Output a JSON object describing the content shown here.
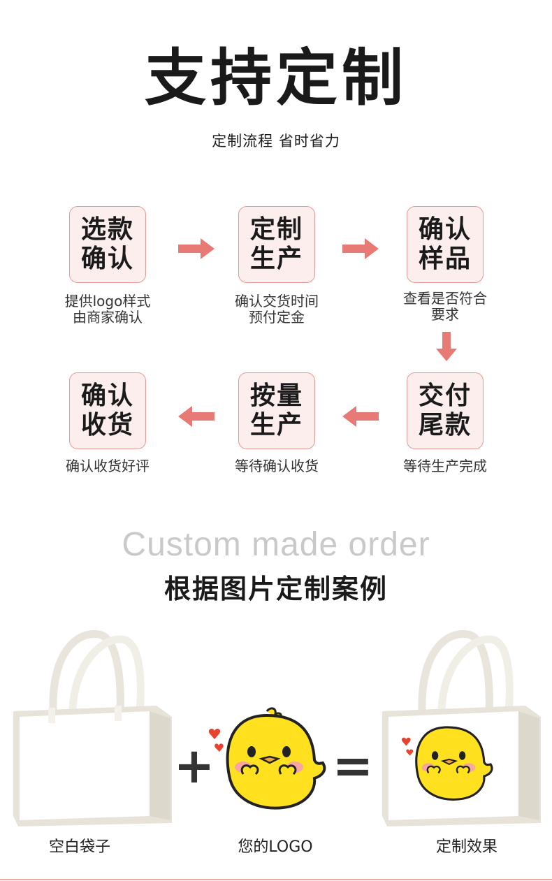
{
  "header": {
    "title": "支持定制",
    "subtitle": "定制流程 省时省力"
  },
  "steps": [
    {
      "label_line1": "选款",
      "label_line2": "确认",
      "desc_line1": "提供logo样式",
      "desc_line2": "由商家确认"
    },
    {
      "label_line1": "定制",
      "label_line2": "生产",
      "desc_line1": "确认交货时间",
      "desc_line2": "预付定金"
    },
    {
      "label_line1": "确认",
      "label_line2": "样品",
      "desc_line1": "查看是否符合",
      "desc_line2": "要求"
    },
    {
      "label_line1": "交付",
      "label_line2": "尾款",
      "desc_line1": "等待生产完成",
      "desc_line2": ""
    },
    {
      "label_line1": "按量",
      "label_line2": "生产",
      "desc_line1": "等待确认收货",
      "desc_line2": ""
    },
    {
      "label_line1": "确认",
      "label_line2": "收货",
      "desc_line1": "确认收货好评",
      "desc_line2": ""
    }
  ],
  "example": {
    "english_title": "Custom made order",
    "chinese_title": "根据图片定制案例",
    "plus_symbol": "+",
    "equals_symbol": "=",
    "captions": [
      "空白袋子",
      "您的LOGO",
      "定制效果"
    ]
  },
  "colors": {
    "accent": "#e77a74",
    "box_border": "#e59a94",
    "box_fill": "#fbeeed",
    "chick_yellow": "#ffe11f"
  },
  "icons": [
    "arrow-right-icon",
    "arrow-down-icon",
    "arrow-left-icon",
    "tote-bag-icon",
    "chick-logo-icon"
  ]
}
